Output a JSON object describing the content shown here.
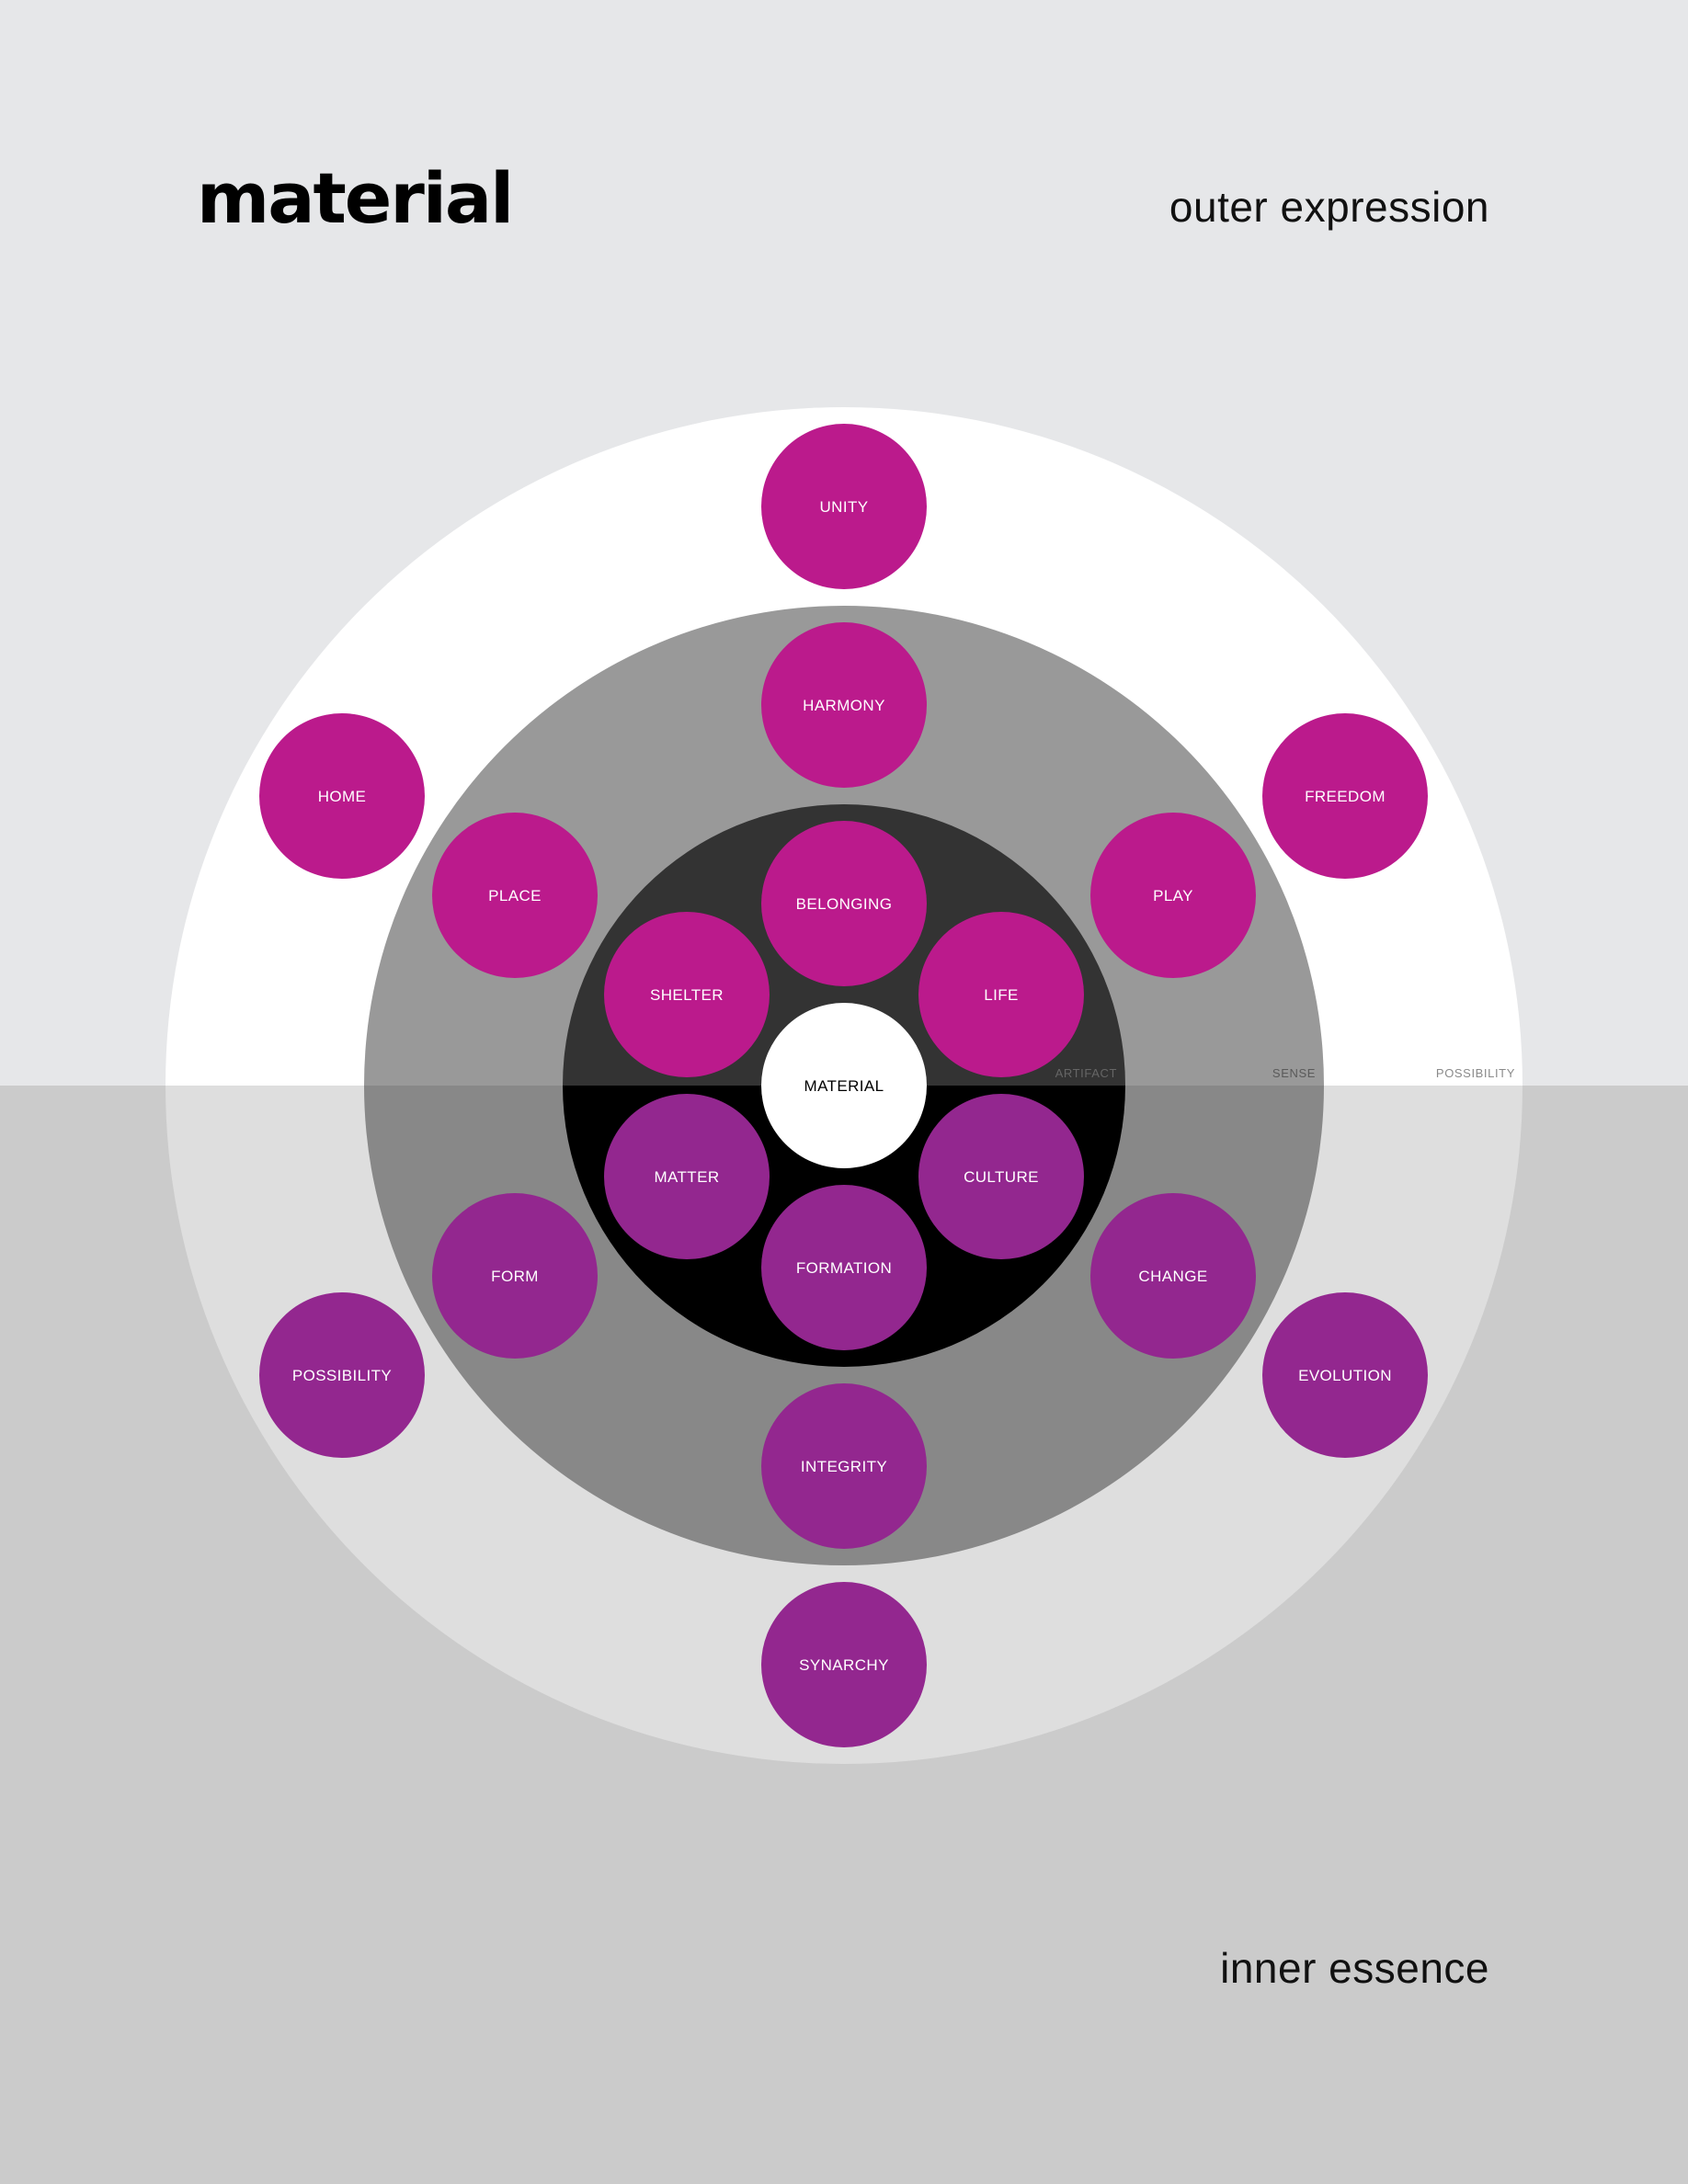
{
  "header": {
    "title": "material",
    "top_right": "outer expression",
    "bottom_right": "inner essence"
  },
  "colors": {
    "background_top": "#e6e7e9",
    "background_bottom": "#cbcbcb",
    "ring_outer_top": "#ffffff",
    "ring_outer_bottom": "#dedede",
    "ring_middle_top": "#999999",
    "ring_middle_bottom": "#888888",
    "ring_inner_top": "#333333",
    "ring_inner_bottom": "#000000",
    "node_upper": "#bb1a8c",
    "node_lower": "#93278f",
    "center_node": "#ffffff"
  },
  "ring_labels": [
    "ARTIFACT",
    "SENSE",
    "POSSIBILITY"
  ],
  "center": {
    "label": "MATERIAL"
  },
  "nodes_upper": [
    {
      "label": "UNITY"
    },
    {
      "label": "HARMONY"
    },
    {
      "label": "HOME"
    },
    {
      "label": "FREEDOM"
    },
    {
      "label": "PLACE"
    },
    {
      "label": "PLAY"
    },
    {
      "label": "BELONGING"
    },
    {
      "label": "SHELTER"
    },
    {
      "label": "LIFE"
    }
  ],
  "nodes_lower": [
    {
      "label": "MATTER"
    },
    {
      "label": "CULTURE"
    },
    {
      "label": "FORMATION"
    },
    {
      "label": "FORM"
    },
    {
      "label": "CHANGE"
    },
    {
      "label": "POSSIBILITY"
    },
    {
      "label": "EVOLUTION"
    },
    {
      "label": "INTEGRITY"
    },
    {
      "label": "SYNARCHY"
    }
  ]
}
